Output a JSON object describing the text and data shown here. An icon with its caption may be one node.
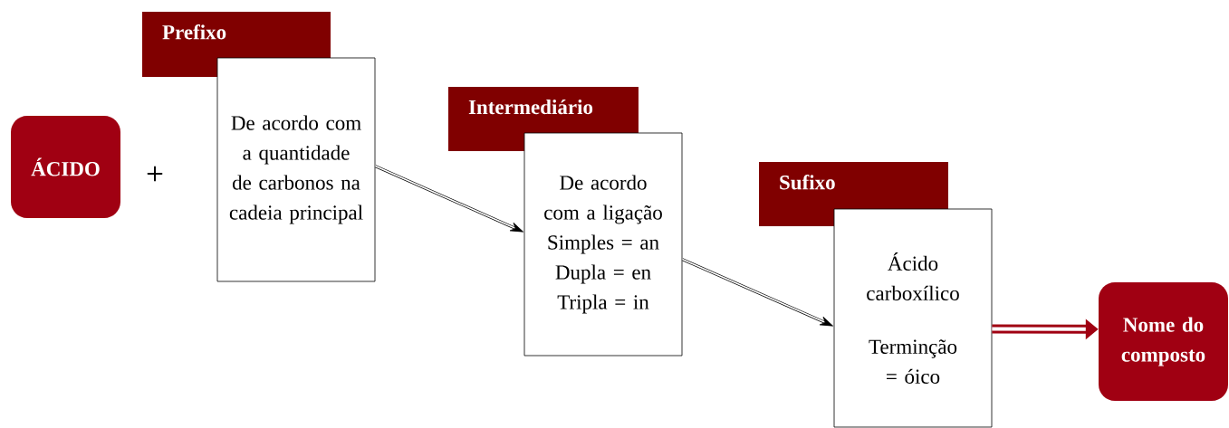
{
  "diagram": {
    "nodes": [
      {
        "text": [
          "ÁCIDO"
        ]
      },
      {
        "text": [
          "Prefixo"
        ]
      },
      {
        "text": [
          "De acordo com a quantidade de carbonos na cadeia principal"
        ]
      },
      {
        "text": [
          "Intermediário"
        ]
      },
      {
        "text": [
          "De acordo com a ligação",
          "Simples = an",
          "Dupla = en",
          "Tripla = in"
        ]
      },
      {
        "text": [
          "Sufixo"
        ]
      },
      {
        "text": [
          "Ácido carboxílico",
          "Terminção = óico"
        ]
      },
      {
        "text": [
          "Nome do composto"
        ]
      }
    ],
    "edges": [
      {
        "from": 2,
        "to": 4,
        "arrow": "to"
      },
      {
        "from": 4,
        "to": 6,
        "arrow": "to"
      },
      {
        "from": 6,
        "to": 7,
        "arrow": "to",
        "style": "thick",
        "color": "#a00012"
      }
    ],
    "labels": [
      "+"
    ]
  }
}
